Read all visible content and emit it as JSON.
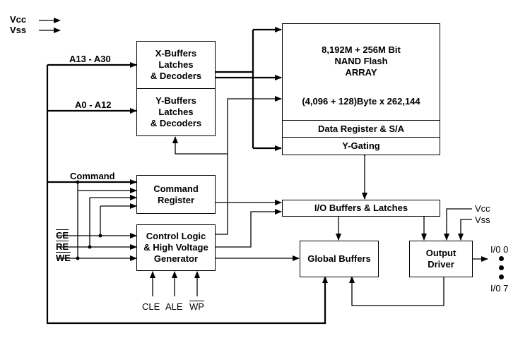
{
  "power": {
    "vcc": "Vcc",
    "vss": "Vss"
  },
  "address": {
    "high": "A13 - A30",
    "low": "A0 - A12"
  },
  "command_label": "Command",
  "blocks": {
    "x_buffers": [
      "X-Buffers",
      "Latches",
      "& Decoders"
    ],
    "y_buffers": [
      "Y-Buffers",
      "Latches",
      "& Decoders"
    ],
    "array_title": [
      "8,192M + 256M Bit",
      "NAND Flash",
      "ARRAY"
    ],
    "array_org": "(4,096 + 128)Byte x 262,144",
    "data_register": "Data Register & S/A",
    "y_gating": "Y-Gating",
    "command_register": [
      "Command",
      "Register"
    ],
    "control_logic": [
      "Control Logic",
      "& High Voltage",
      "Generator"
    ],
    "io_buffers": "I/O Buffers & Latches",
    "global_buffers": "Global Buffers",
    "output_driver": [
      "Output",
      "Driver"
    ]
  },
  "signals": {
    "ce": "CE",
    "re": "RE",
    "we": "WE",
    "cle": "CLE",
    "ale": "ALE",
    "wp": "WP"
  },
  "output_power": {
    "vcc": "Vcc",
    "vss": "Vss"
  },
  "io_pins": {
    "first": "I/0 0",
    "last": "I/0 7"
  }
}
